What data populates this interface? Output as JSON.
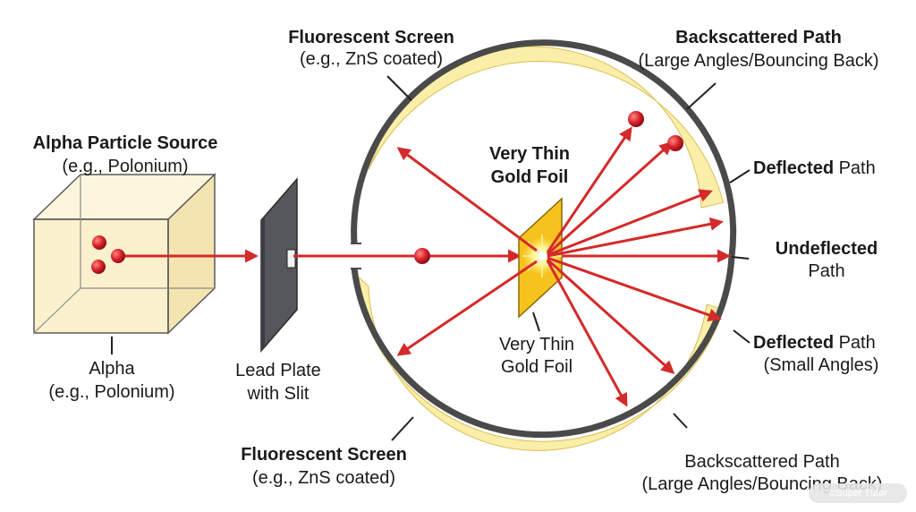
{
  "labels": {
    "source_title": "Alpha Particle Source",
    "source_sub": "(e.g., Polonium)",
    "alpha_line1": "Alpha",
    "alpha_line2": "(e.g., Polonium)",
    "lead_line1": "Lead Plate",
    "lead_line2": "with Slit",
    "screen_top_title": "Fluorescent Screen",
    "screen_top_sub": "(e.g., ZnS coated)",
    "screen_bottom_title": "Fluorescent Screen",
    "screen_bottom_sub": "(e.g., ZnS coated)",
    "foil_top_line1": "Very Thin",
    "foil_top_line2": "Gold Foil",
    "foil_bottom_line1": "Very Thin",
    "foil_bottom_line2": "Gold Foil",
    "back_top_title": "Backscattered Path",
    "back_top_sub": "(Large Angles/Bouncing Back)",
    "deflected_top_bold": "Deflected",
    "deflected_top_rest": " Path",
    "undeflected_line1": "Undeflected",
    "undeflected_line2": "Path",
    "deflected_small_bold": "Deflected",
    "deflected_small_rest": " Path",
    "deflected_small_sub": "(Small Angles)",
    "back_bottom_line1": "Backscattered Path",
    "back_bottom_line2": "(Large Angles/Bouncing Back)"
  },
  "watermark": "©Super Tutor",
  "colors": {
    "beam": "#d42a2a",
    "particle": "#d8202a",
    "screen_fill": "#fbeea8",
    "box_fill": "#fbf1cc",
    "foil": "#f6c21d",
    "lead_plate": "#55575c",
    "outline": "#333333"
  }
}
